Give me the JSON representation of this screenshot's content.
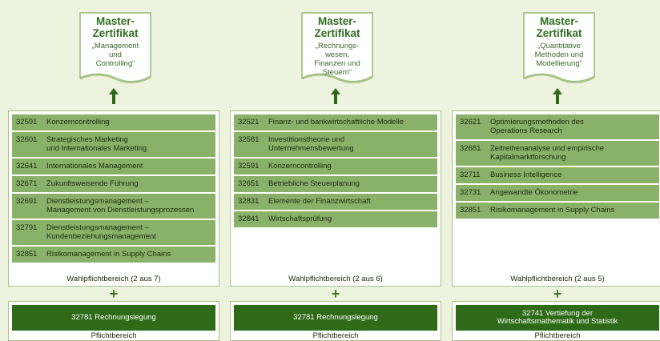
{
  "columns": [
    {
      "certificate": {
        "title": "Master-\nZertifikat",
        "subtitle": "„Management\nund\nControlling“"
      },
      "elective_courses": [
        {
          "number": "32591",
          "title": "Konzerncontrolling"
        },
        {
          "number": "32601",
          "title": "Strategisches Marketing\nund Internationales Marketing"
        },
        {
          "number": "32641",
          "title": "Internationales Management"
        },
        {
          "number": "32671",
          "title": "Zukunftsweisende Führung"
        },
        {
          "number": "32691",
          "title": "Dienstleistungsmanagement –\nManagement von Dienstleistungsprozessen"
        },
        {
          "number": "32791",
          "title": "Dienstleistungsmanagement –\nKundenbeziehungsmanagement"
        },
        {
          "number": "32851",
          "title": "Risikomanagement in Supply Chains"
        }
      ],
      "elective_label": "Wahlpflichtbereich (2 aus 7)",
      "plus": "+",
      "mandatory_course": "32781 Rechnungslegung",
      "mandatory_label": "Pflichtbereich"
    },
    {
      "certificate": {
        "title": "Master-\nZertifikat",
        "subtitle": "„Rechnungs-\nwesen,\nFinanzen und\nSteuern“"
      },
      "elective_courses": [
        {
          "number": "32521",
          "title": "Finanz- und bankwirtschaftliche Modelle"
        },
        {
          "number": "32581",
          "title": "Investitionstheorie und\nUnternehmensbewertung"
        },
        {
          "number": "32591",
          "title": "Konzerncontrolling"
        },
        {
          "number": "32651",
          "title": "Betriebliche Steuerplanung"
        },
        {
          "number": "32831",
          "title": "Elemente der Finanzwirtschaft"
        },
        {
          "number": "32841",
          "title": "Wirtschaftsprüfung"
        }
      ],
      "elective_label": "Wahlpflichtbereich (2 aus 6)",
      "plus": "+",
      "mandatory_course": "32781 Rechnungslegung",
      "mandatory_label": "Pflichtbereich"
    },
    {
      "certificate": {
        "title": "Master-\nZertifikat",
        "subtitle": "„Quantitative\nMethoden und\nModellierung“"
      },
      "elective_courses": [
        {
          "number": "32621",
          "title": "Optimierungsmethoden des\nOperations Research"
        },
        {
          "number": "32681",
          "title": "Zeitreihenanalyse und empirische\nKapitalmarktforschung"
        },
        {
          "number": "32711",
          "title": "Business Intelligence"
        },
        {
          "number": "32731",
          "title": "Angewandte Ökonometrie"
        },
        {
          "number": "32851",
          "title": "Risikomanagement in Supply Chains"
        }
      ],
      "elective_label": "Wahlpflichtbereich (2 aus 5)",
      "plus": "+",
      "mandatory_course": "32741 Vertiefung der\nWirtschaftsmathematik und Statistik",
      "mandatory_label": "Pflichtbereich"
    }
  ],
  "colors": {
    "background": "#eef3df",
    "course_fill": "#8ab16a",
    "mandatory_fill": "#2f6a19",
    "accent": "#3b7a25"
  }
}
